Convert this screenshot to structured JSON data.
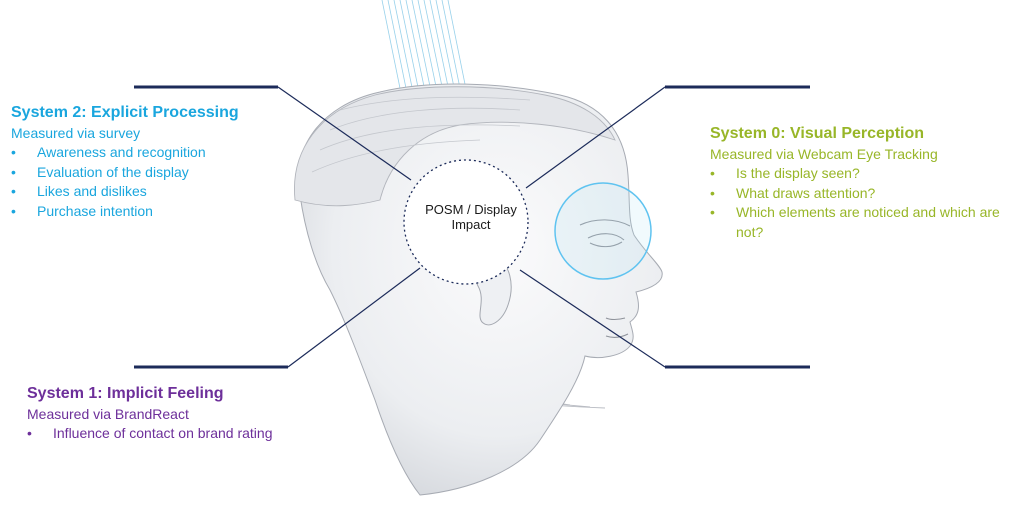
{
  "center": {
    "label": "POSM / Display Impact"
  },
  "system2": {
    "title": "System 2: Explicit Processing",
    "subtitle": "Measured via survey",
    "items": [
      "Awareness and recognition",
      "Evaluation of the display",
      "Likes and dislikes",
      "Purchase intention"
    ]
  },
  "system0": {
    "title": "System 0: Visual Perception",
    "subtitle": "Measured via Webcam Eye Tracking",
    "items": [
      "Is the display seen?",
      "What draws attention?",
      "Which elements are noticed and which are not?"
    ]
  },
  "system1": {
    "title": "System 1: Implicit Feeling",
    "subtitle": "Measured via BrandReact",
    "items": [
      "Influence of contact on brand rating"
    ]
  },
  "colors": {
    "system2": "#1aa6de",
    "system0": "#98b628",
    "system1": "#6d2f9a",
    "leader_lines": "#1c2b5a",
    "eye_ring": "#5fc3f0"
  },
  "icons": [
    "head-profile-illustration",
    "eye-highlight-ring",
    "scan-lines",
    "neck-contour-lines"
  ]
}
